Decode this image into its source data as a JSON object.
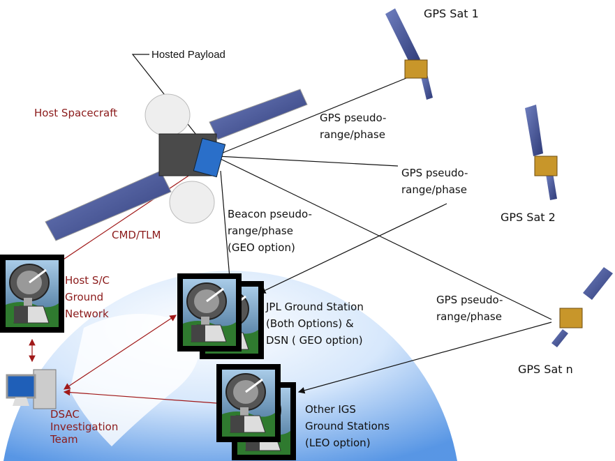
{
  "labels": {
    "hosted_payload": "Hosted Payload",
    "host_spacecraft": "Host Spacecraft",
    "gps_sat_1": "GPS Sat 1",
    "gps_sat_2": "GPS Sat 2",
    "gps_sat_n": "GPS Sat n",
    "gps_link_1": [
      "GPS pseudo-",
      "range/phase"
    ],
    "gps_link_2": [
      "GPS pseudo-",
      "range/phase"
    ],
    "gps_link_n": [
      "GPS pseudo-",
      "range/phase"
    ],
    "beacon": [
      "Beacon pseudo-",
      "range/phase",
      "(GEO option)"
    ],
    "cmd_tlm": "CMD/TLM",
    "host_ground": [
      "Host S/C",
      "Ground",
      "Network"
    ],
    "jpl_ground": [
      "JPL Ground Station",
      "(Both Options) &",
      "DSN ( GEO option)"
    ],
    "igs_ground": [
      "Other IGS",
      "Ground Stations",
      "(LEO option)"
    ],
    "dsac_team": [
      "DSAC",
      "Investigation",
      "Team"
    ]
  },
  "colors": {
    "red_link": "#a01818",
    "black_link": "#111111",
    "red_text": "#8b1a1a",
    "payload": "#2a6fc9"
  }
}
